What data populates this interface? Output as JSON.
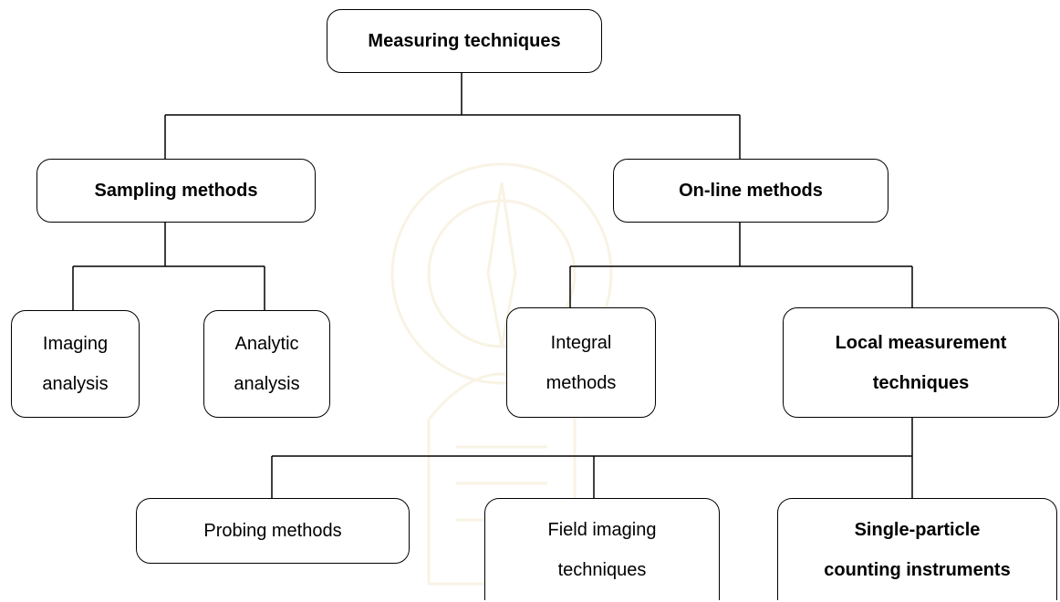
{
  "diagram": {
    "root": {
      "label": "Measuring techniques"
    },
    "sampling": {
      "label": "Sampling methods",
      "children": [
        {
          "lines": [
            "Imaging",
            "analysis"
          ]
        },
        {
          "lines": [
            "Analytic",
            "analysis"
          ]
        }
      ]
    },
    "online": {
      "label": "On-line methods",
      "children": [
        {
          "lines": [
            "Integral",
            "methods"
          ]
        },
        {
          "lines": [
            "Local measurement",
            "techniques"
          ]
        }
      ]
    },
    "local_children": [
      {
        "lines": [
          "Probing methods"
        ]
      },
      {
        "lines": [
          "Field imaging",
          "techniques"
        ]
      },
      {
        "lines": [
          "Single-particle",
          "counting instruments"
        ]
      }
    ]
  }
}
